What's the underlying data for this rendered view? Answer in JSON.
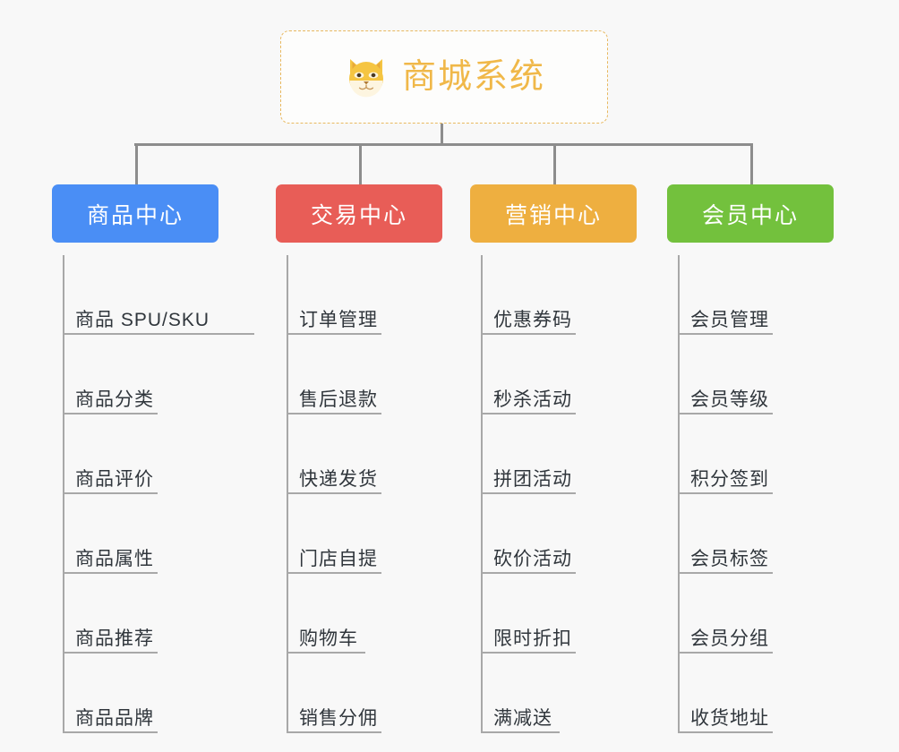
{
  "root": {
    "title": "商城系统",
    "icon": "shiba-dog-emoji",
    "border_color": "#e8b960",
    "text_color": "#f0b849",
    "background": "#fdfdfc"
  },
  "canvas": {
    "background": "#f8f8f8",
    "connector_color": "#8d8d8d",
    "spine_color": "#a8a8a8",
    "leaf_text_color": "#30363c"
  },
  "branches": [
    {
      "label": "商品中心",
      "color": "#4a8ef5",
      "items": [
        "商品 SPU/SKU",
        "商品分类",
        "商品评价",
        "商品属性",
        "商品推荐",
        "商品品牌"
      ]
    },
    {
      "label": "交易中心",
      "color": "#e85d57",
      "items": [
        "订单管理",
        "售后退款",
        "快递发货",
        "门店自提",
        "购物车",
        "销售分佣"
      ]
    },
    {
      "label": "营销中心",
      "color": "#eeaf40",
      "items": [
        "优惠券码",
        "秒杀活动",
        "拼团活动",
        "砍价活动",
        "限时折扣",
        "满减送"
      ]
    },
    {
      "label": "会员中心",
      "color": "#73c13d",
      "items": [
        "会员管理",
        "会员等级",
        "积分签到",
        "会员标签",
        "会员分组",
        "收货地址"
      ]
    }
  ]
}
